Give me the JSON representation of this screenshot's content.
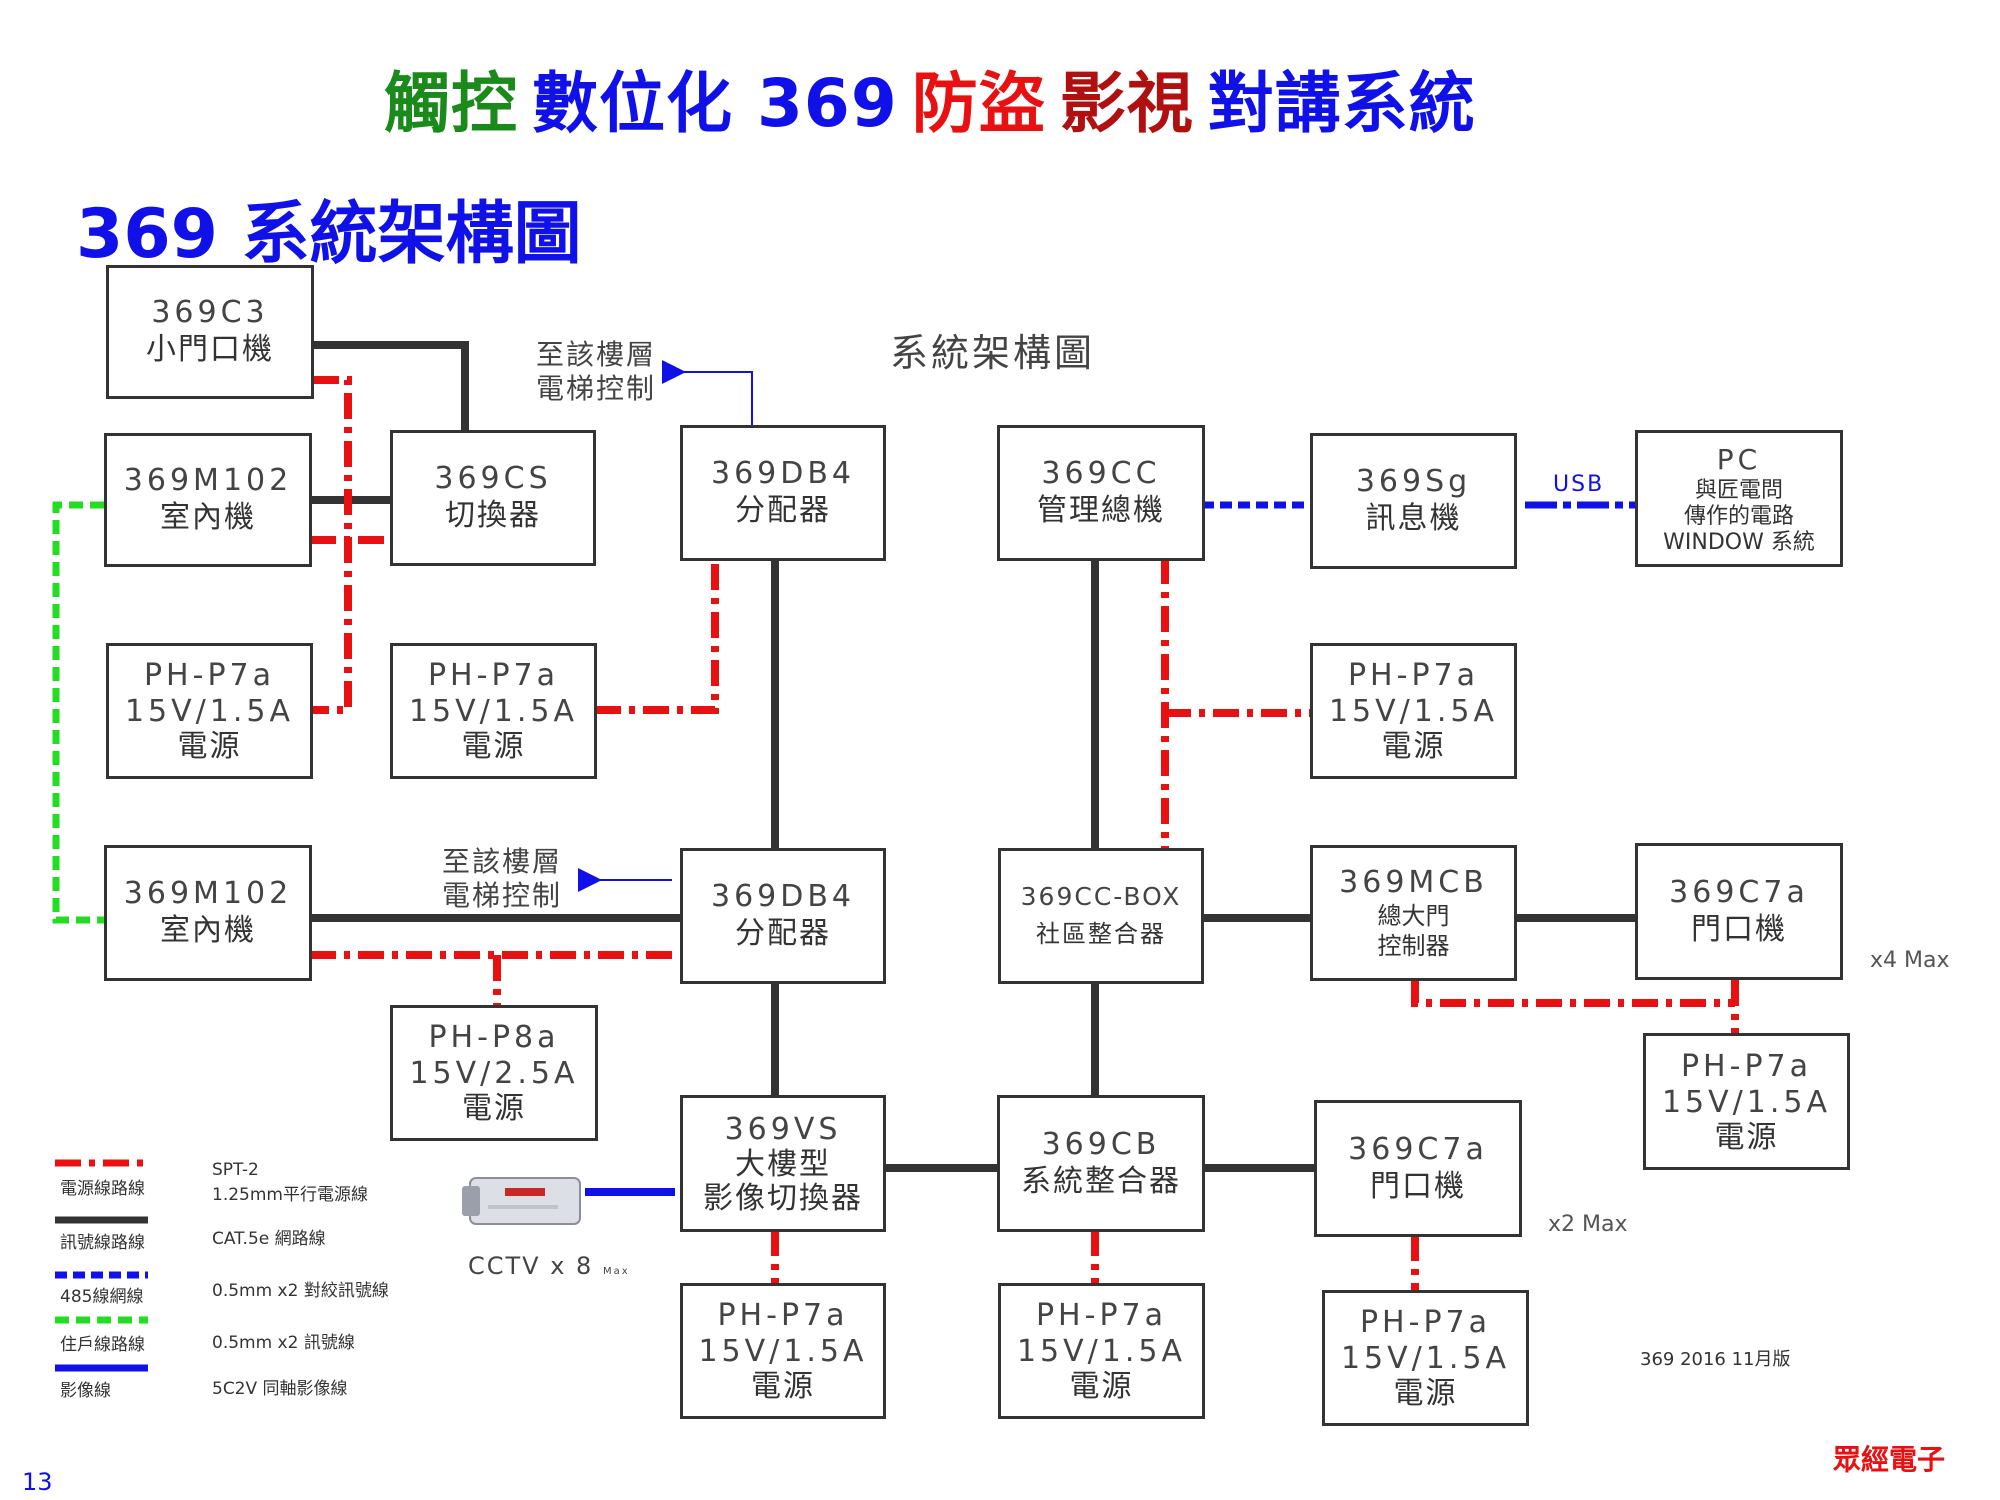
{
  "title": {
    "parts": [
      {
        "text": "觸控",
        "color": "#1a8a1a"
      },
      {
        "text": "數位化 369",
        "color": "#1010e8"
      },
      {
        "text": "防盜",
        "color": "#e81010"
      },
      {
        "text": "影視",
        "color": "#b01010"
      },
      {
        "text": "對講系統",
        "color": "#1010e8"
      }
    ]
  },
  "subtitle": "369 系統架構圖",
  "diagram_title": "系統架構圖",
  "boxes": {
    "c3": {
      "l1": "369C3",
      "l2": "小門口機"
    },
    "cs": {
      "l1": "369CS",
      "l2": "切換器"
    },
    "m102_top": {
      "l1": "369M102",
      "l2": "室內機"
    },
    "db4_top": {
      "l1": "369DB4",
      "l2": "分配器"
    },
    "cc": {
      "l1": "369CC",
      "l2": "管理總機"
    },
    "sg": {
      "l1": "369Sg",
      "l2": "訊息機"
    },
    "pc": {
      "l1": "PC",
      "l2": "與匠電問",
      "l3": "傳作的電路",
      "l4": "WINDOW 系統"
    },
    "p7a_1": {
      "l1": "PH-P7a",
      "l2": "15V/1.5A",
      "l3": "電源"
    },
    "p7a_2": {
      "l1": "PH-P7a",
      "l2": "15V/1.5A",
      "l3": "電源"
    },
    "p7a_3": {
      "l1": "PH-P7a",
      "l2": "15V/1.5A",
      "l3": "電源"
    },
    "m102_bot": {
      "l1": "369M102",
      "l2": "室內機"
    },
    "db4_bot": {
      "l1": "369DB4",
      "l2": "分配器"
    },
    "ccbox": {
      "l1": "369CC-BOX",
      "l2": "社區整合器"
    },
    "mcb": {
      "l1": "369MCB",
      "l2": "總大門",
      "l3": "控制器"
    },
    "c7a_right": {
      "l1": "369C7a",
      "l2": "門口機"
    },
    "p8a": {
      "l1": "PH-P8a",
      "l2": "15V/2.5A",
      "l3": "電源"
    },
    "p7a_4": {
      "l1": "PH-P7a",
      "l2": "15V/1.5A",
      "l3": "電源"
    },
    "vs": {
      "l1": "369VS",
      "l2": "大樓型",
      "l3": "影像切換器"
    },
    "cb": {
      "l1": "369CB",
      "l2": "系統整合器"
    },
    "c7a_bot": {
      "l1": "369C7a",
      "l2": "門口機"
    },
    "p7a_5": {
      "l1": "PH-P7a",
      "l2": "15V/1.5A",
      "l3": "電源"
    },
    "p7a_6": {
      "l1": "PH-P7a",
      "l2": "15V/1.5A",
      "l3": "電源"
    },
    "p7a_7": {
      "l1": "PH-P7a",
      "l2": "15V/1.5A",
      "l3": "電源"
    }
  },
  "labels": {
    "elevator_top_1": "至該樓層",
    "elevator_top_2": "電梯控制",
    "elevator_bot_1": "至該樓層",
    "elevator_bot_2": "電梯控制",
    "usb": "USB",
    "x4": "x4 Max",
    "x2": "x2 Max",
    "cctv": "CCTV x 8",
    "cctv_max": "Max",
    "version": "369  2016  11月版",
    "company": "眾經電子",
    "page_number": "13"
  },
  "legend": [
    {
      "name": "電源線路線",
      "desc1": "SPT-2",
      "desc2": "1.25mm平行電源線",
      "color": "#e81010",
      "style": "dashdot"
    },
    {
      "name": "訊號線路線",
      "desc1": "CAT.5e 網路線",
      "desc2": "",
      "color": "#333333",
      "style": "solid"
    },
    {
      "name": "485線網線",
      "desc1": "0.5mm x2 對絞訊號線",
      "desc2": "",
      "color": "#1010e8",
      "style": "dashed"
    },
    {
      "name": "住戶線路線",
      "desc1": "0.5mm x2 訊號線",
      "desc2": "",
      "color": "#22dd22",
      "style": "dashed"
    },
    {
      "name": "影像線",
      "desc1": "5C2V 同軸影像線",
      "desc2": "",
      "color": "#1010e8",
      "style": "solid"
    }
  ],
  "colors": {
    "power": "#e81010",
    "signal": "#333333",
    "rs485": "#1010e8",
    "resident": "#22dd22",
    "video": "#1010e8"
  }
}
